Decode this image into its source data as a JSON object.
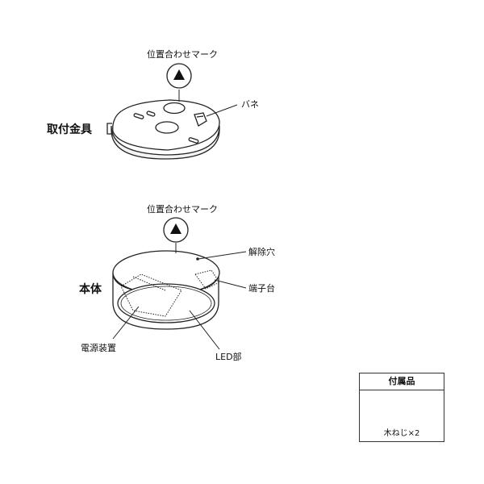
{
  "bracket": {
    "title": "取付金具",
    "align_mark_label": "位置合わせマーク",
    "spring_label": "バネ"
  },
  "body": {
    "title": "本体",
    "align_mark_label": "位置合わせマーク",
    "release_hole_label": "解除穴",
    "terminal_label": "端子台",
    "power_unit_label": "電源装置",
    "led_label": "LED部"
  },
  "accessories": {
    "title": "付属品",
    "screws_label": "木ねじ×2"
  },
  "icons": {
    "align_mark": "up-triangle-icon",
    "screw": "wood-screw-icon"
  },
  "colors": {
    "line": "#222222",
    "rim": "#555555"
  }
}
